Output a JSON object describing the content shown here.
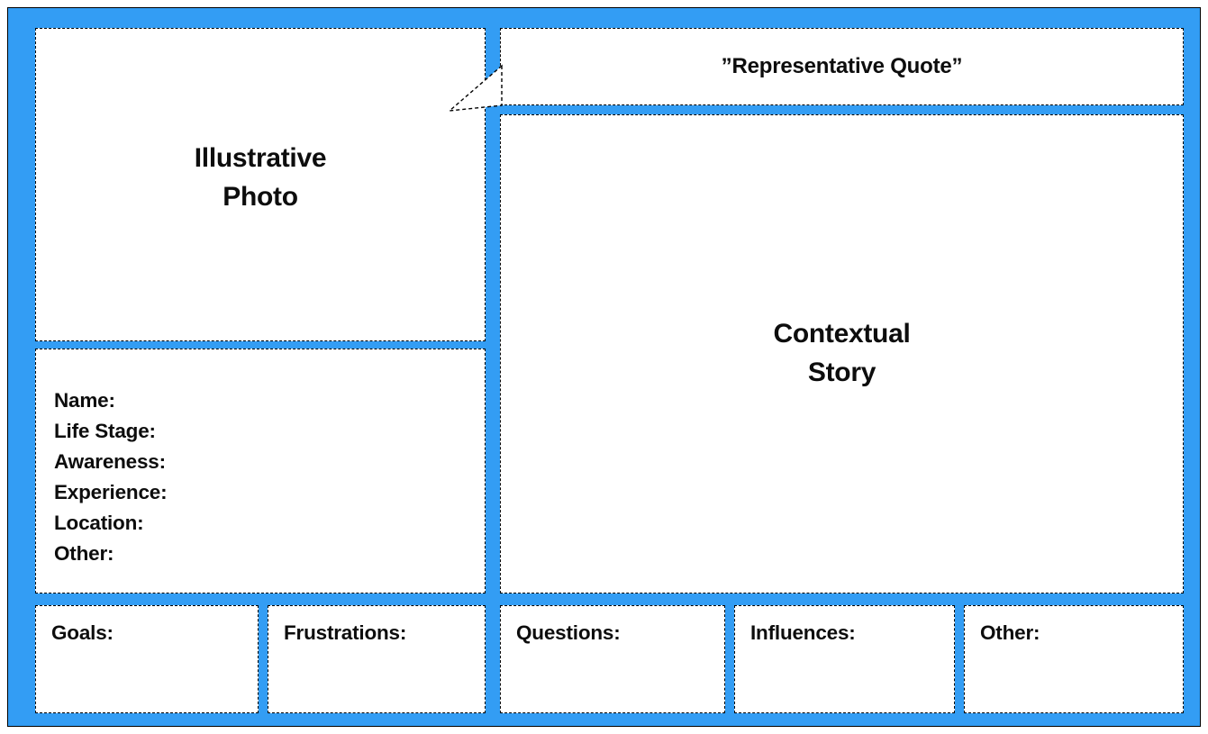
{
  "board": {
    "background_color": "#339df4",
    "outline_color": "#000000",
    "cell_background_color": "#ffffff",
    "cell_border_style": "dashed",
    "cell_border_color": "#000000",
    "text_color": "#0d0d0d"
  },
  "photo": {
    "label": "Illustrative\nPhoto"
  },
  "quote": {
    "label": "”Representative Quote”",
    "tail_icon": "speech-bubble-tail-icon"
  },
  "story": {
    "label": "Contextual\nStory"
  },
  "attributes": {
    "items": [
      {
        "label": "Name:"
      },
      {
        "label": "Life Stage:"
      },
      {
        "label": "Awareness:"
      },
      {
        "label": "Experience:"
      },
      {
        "label": "Location:"
      },
      {
        "label": "Other:"
      }
    ]
  },
  "bottom_row": {
    "items": [
      {
        "label": "Goals:"
      },
      {
        "label": "Frustrations:"
      },
      {
        "label": "Questions:"
      },
      {
        "label": "Influences:"
      },
      {
        "label": "Other:"
      }
    ]
  }
}
